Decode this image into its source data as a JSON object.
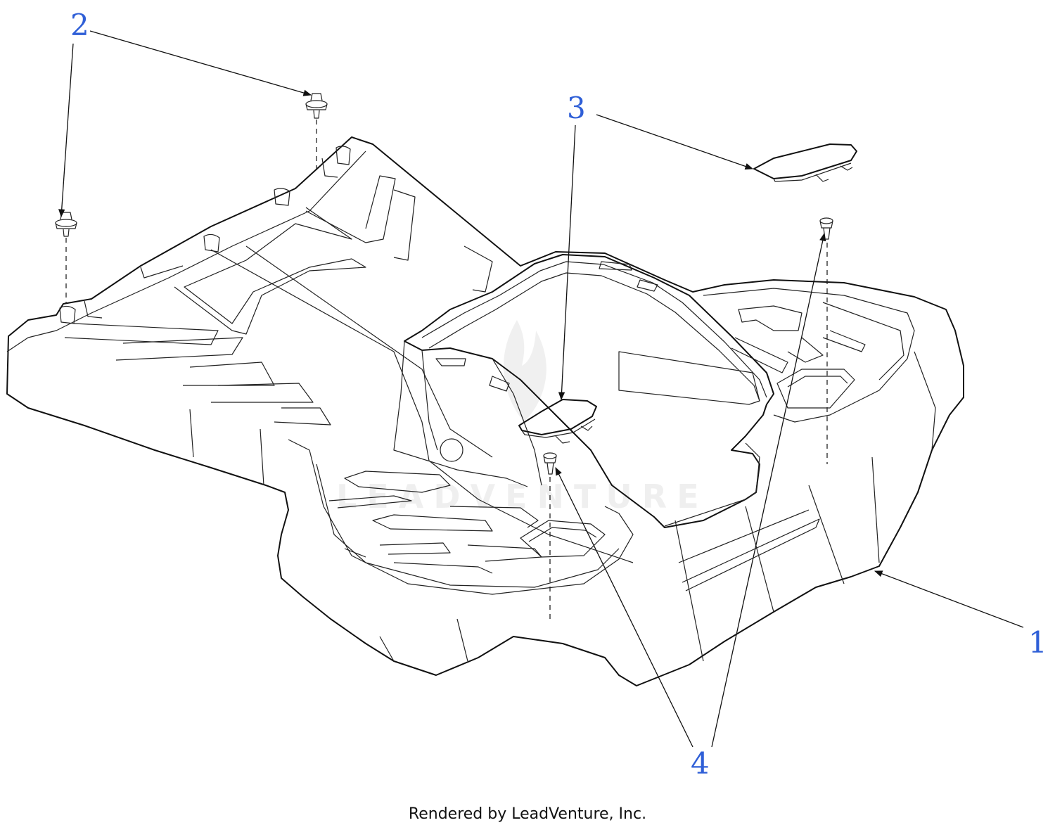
{
  "diagram": {
    "callouts": [
      {
        "id": "1",
        "label": "1"
      },
      {
        "id": "2",
        "label": "2"
      },
      {
        "id": "3",
        "label": "3"
      },
      {
        "id": "4",
        "label": "4"
      }
    ],
    "watermark": "LEADVENTURE",
    "footer": "Rendered by LeadVenture, Inc."
  },
  "colors": {
    "callout": "#2f5fd7",
    "linework": "#111111",
    "background": "#ffffff"
  }
}
